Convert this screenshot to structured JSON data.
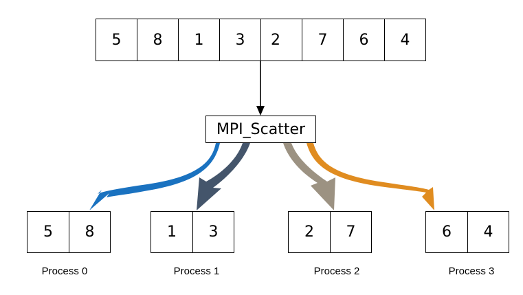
{
  "input_array": [
    "5",
    "8",
    "1",
    "3",
    "2",
    "7",
    "6",
    "4"
  ],
  "operation": "MPI_Scatter",
  "processes": [
    {
      "label": "Process 0",
      "values": [
        "5",
        "8"
      ],
      "color": "#1a72c0"
    },
    {
      "label": "Process 1",
      "values": [
        "1",
        "3"
      ],
      "color": "#44556b"
    },
    {
      "label": "Process 2",
      "values": [
        "2",
        "7"
      ],
      "color": "#9c9282"
    },
    {
      "label": "Process 3",
      "values": [
        "6",
        "4"
      ],
      "color": "#e08c20"
    }
  ]
}
